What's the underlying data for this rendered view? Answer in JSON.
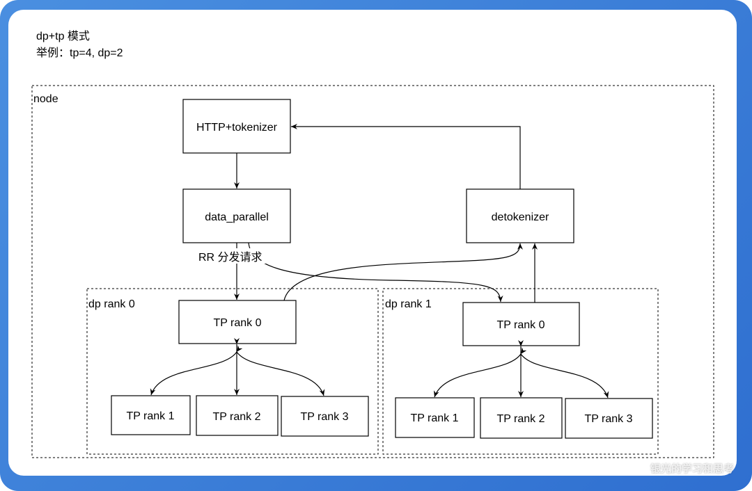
{
  "header": {
    "line1": "dp+tp 模式",
    "line2": "举例：tp=4, dp=2"
  },
  "diagram": {
    "node_label": "node",
    "http_tokenizer": "HTTP+tokenizer",
    "data_parallel": "data_parallel",
    "detokenizer": "detokenizer",
    "rr_label": "RR 分发请求",
    "dp_rank_0": {
      "label": "dp rank 0",
      "tp0": "TP rank 0",
      "tp1": "TP rank 1",
      "tp2": "TP rank 2",
      "tp3": "TP rank 3"
    },
    "dp_rank_1": {
      "label": "dp rank 1",
      "tp0": "TP rank 0",
      "tp1": "TP rank 1",
      "tp2": "TP rank 2",
      "tp3": "TP rank 3"
    }
  },
  "watermark": "银光的学习和思考"
}
